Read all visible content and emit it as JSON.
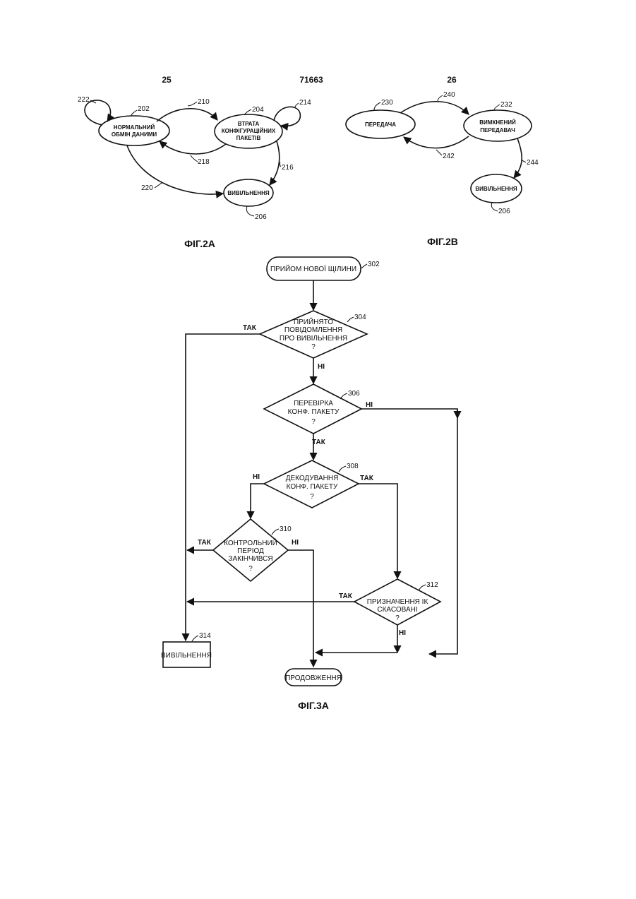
{
  "header": {
    "left": "25",
    "center": "71663",
    "right": "26"
  },
  "fig2a": {
    "caption": "ФІГ.2А",
    "states": {
      "normal": {
        "line1": "НОРМАЛЬНИЙ",
        "line2": "ОБМІН ДАНИМИ",
        "ref": "202"
      },
      "loss": {
        "line1": "ВТРАТА",
        "line2": "КОНФІГУРАЦІЙНИХ",
        "line3": "ПАКЕТІВ",
        "ref": "204"
      },
      "release": {
        "label": "ВИВІЛЬНЕННЯ",
        "ref": "206"
      }
    },
    "transitions": {
      "t210": "210",
      "t218": "218",
      "t216": "216",
      "t220": "220",
      "t222": "222",
      "t214": "214"
    }
  },
  "fig2b": {
    "caption": "ФІГ.2В",
    "states": {
      "transmit": {
        "label": "ПЕРЕДАЧА",
        "ref": "230"
      },
      "off": {
        "line1": "ВИМКНЕНИЙ",
        "line2": "ПЕРЕДАВАЧ",
        "ref": "232"
      },
      "release": {
        "label": "ВИВІЛЬНЕННЯ",
        "ref": "206"
      }
    },
    "transitions": {
      "t240": "240",
      "t242": "242",
      "t244": "244"
    }
  },
  "fig3a": {
    "caption": "ФІГ.3А",
    "start": {
      "label": "ПРИЙОМ НОВОЇ ЩІЛИНИ",
      "ref": "302"
    },
    "d304": {
      "line1": "ПРИЙНЯТО",
      "line2": "ПОВІДОМЛЕННЯ",
      "line3": "ПРО ВИВІЛЬНЕННЯ",
      "line4": "?",
      "ref": "304",
      "yes": "ТАК",
      "no": "НІ"
    },
    "d306": {
      "line1": "ПЕРЕВІРКА",
      "line2": "КОНФ. ПАКЕТУ",
      "line3": "?",
      "ref": "306",
      "yes": "ТАК",
      "no": "НІ"
    },
    "d308": {
      "line1": "ДЕКОДУВАННЯ",
      "line2": "КОНФ. ПАКЕТУ",
      "line3": "?",
      "ref": "308",
      "yes": "ТАК",
      "no": "НІ"
    },
    "d310": {
      "line1": "КОНТРОЛЬНИЙ",
      "line2": "ПЕРІОД",
      "line3": "ЗАКІНЧИВСЯ",
      "line4": "?",
      "ref": "310",
      "yes": "ТАК",
      "no": "НІ"
    },
    "d312": {
      "line1": "ПРИЗНАЧЕННЯ ІК",
      "line2": "СКАСОВАНІ",
      "line3": "?",
      "ref": "312",
      "yes": "ТАК",
      "no": "НІ"
    },
    "release": {
      "label": "ВИВІЛЬНЕННЯ",
      "ref": "314"
    },
    "continue": {
      "label": "ПРОДОВЖЕННЯ"
    }
  }
}
